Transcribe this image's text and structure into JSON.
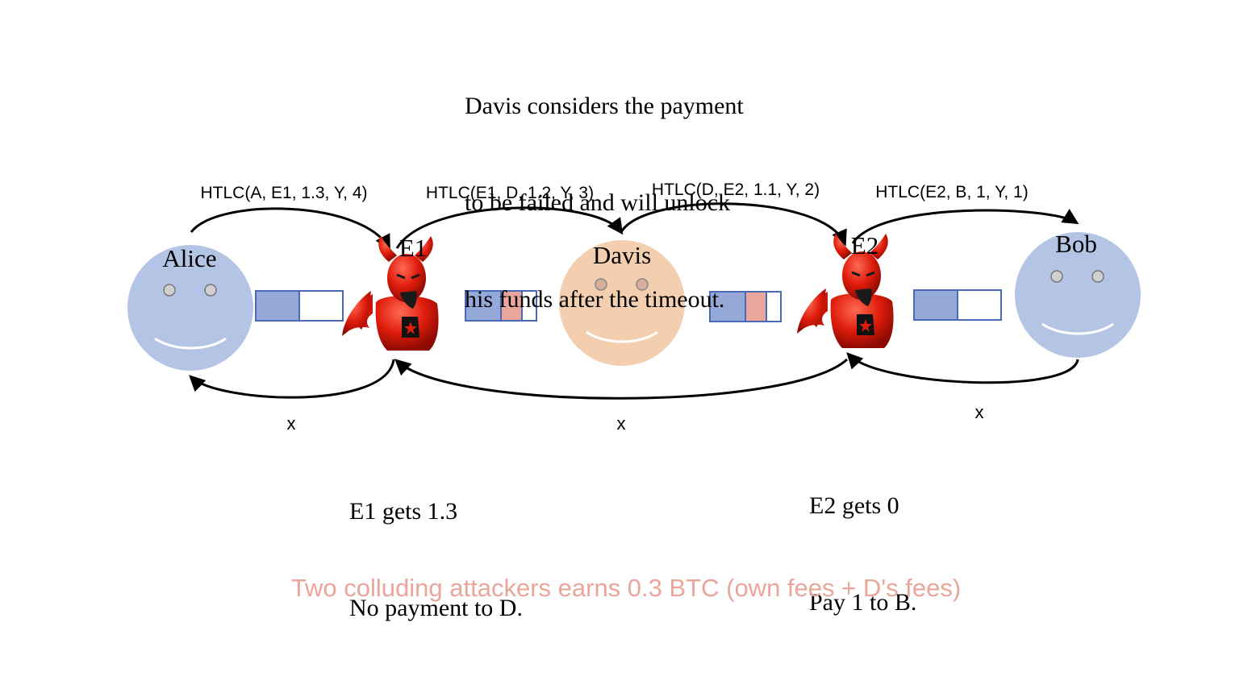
{
  "title_note": {
    "lines": [
      "Davis considers the payment",
      "to be failed and will unlock",
      "his funds after the timeout."
    ]
  },
  "nodes": {
    "alice": {
      "label": "Alice",
      "color": "#b4c4e4"
    },
    "e1": {
      "label": "E1",
      "icon": "devil-attacker-icon"
    },
    "davis": {
      "label": "Davis",
      "color": "#f3cfb0"
    },
    "e2": {
      "label": "E2",
      "icon": "devil-attacker-icon"
    },
    "bob": {
      "label": "Bob",
      "color": "#b4c4e4"
    }
  },
  "htlcs": [
    "HTLC(A, E1, 1.3, Y, 4)",
    "HTLC(E1, D, 1.2, Y, 3)",
    "HTLC(D, E2, 1.1, Y, 2)",
    "HTLC(E2, B, 1, Y, 1)"
  ],
  "return_marks": [
    "x",
    "x",
    "x"
  ],
  "outcomes": {
    "e1": [
      "E1 gets 1.3",
      "No payment to D."
    ],
    "e2": [
      "E2 gets 0",
      "Pay 1 to B."
    ]
  },
  "footer": {
    "text": "Two colluding attackers earns 0.3 BTC (own fees + D's fees)",
    "color": "#eaa69a"
  },
  "colors": {
    "channel_blue": "#95a9d9",
    "channel_border": "#4a6ab8",
    "channel_locked": "#eaa69a"
  }
}
